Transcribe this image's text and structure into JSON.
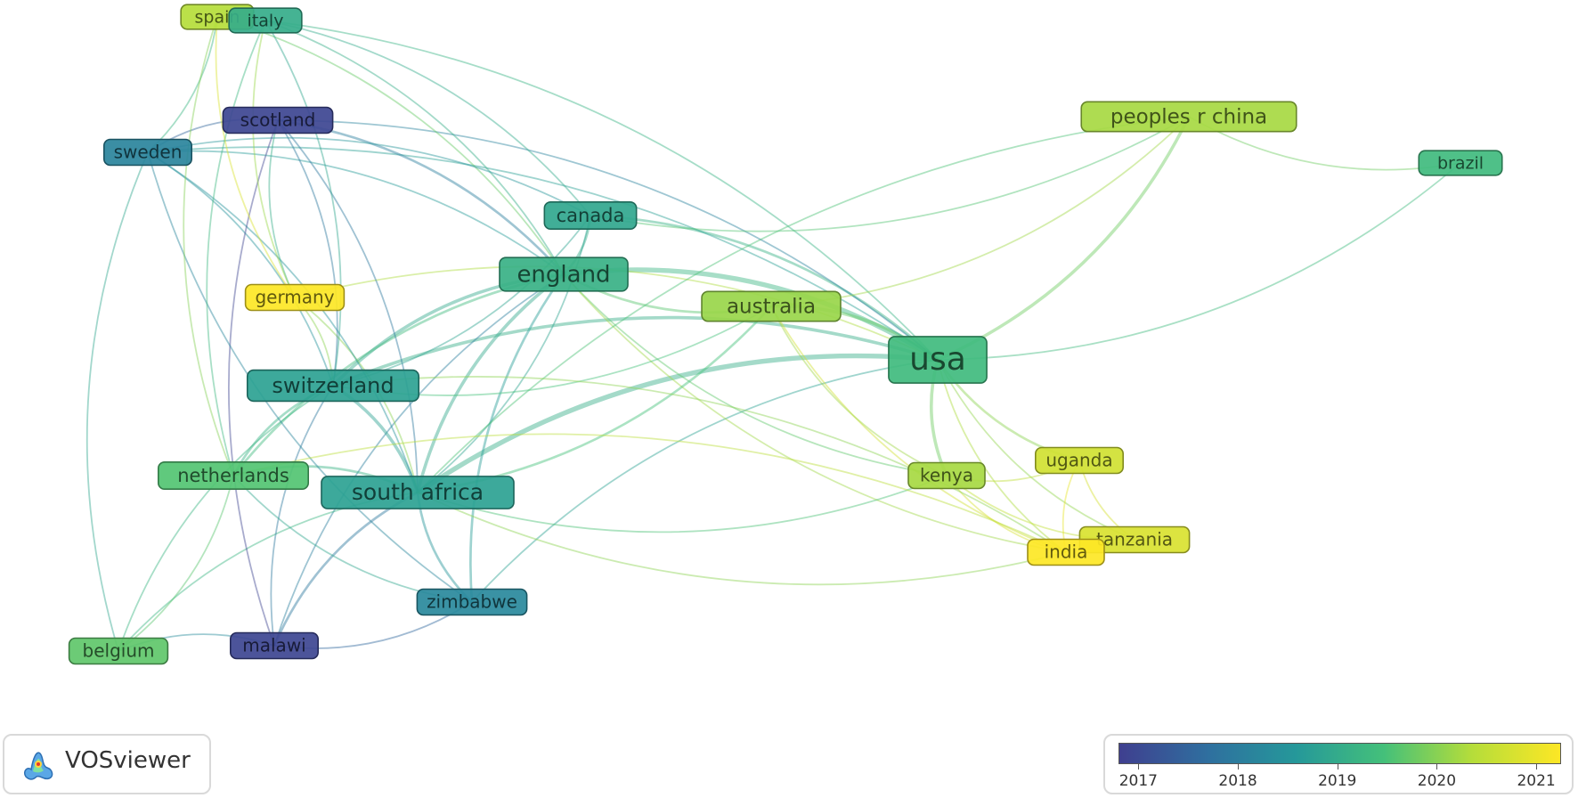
{
  "nodes": [
    {
      "id": "usa",
      "label": "usa",
      "year": 2019.3
    },
    {
      "id": "england",
      "label": "england",
      "year": 2019.1
    },
    {
      "id": "south-africa",
      "label": "south africa",
      "year": 2018.8
    },
    {
      "id": "switzerland",
      "label": "switzerland",
      "year": 2018.8
    },
    {
      "id": "australia",
      "label": "australia",
      "year": 2020.0
    },
    {
      "id": "canada",
      "label": "canada",
      "year": 2018.9
    },
    {
      "id": "peoples-r-china",
      "label": "peoples r china",
      "year": 2020.1
    },
    {
      "id": "brazil",
      "label": "brazil",
      "year": 2019.3
    },
    {
      "id": "scotland",
      "label": "scotland",
      "year": 2017.1
    },
    {
      "id": "sweden",
      "label": "sweden",
      "year": 2018.2
    },
    {
      "id": "spain",
      "label": "spain",
      "year": 2020.2
    },
    {
      "id": "italy",
      "label": "italy",
      "year": 2019.0
    },
    {
      "id": "germany",
      "label": "germany",
      "year": 2021.0
    },
    {
      "id": "netherlands",
      "label": "netherlands",
      "year": 2019.5
    },
    {
      "id": "kenya",
      "label": "kenya",
      "year": 2020.1
    },
    {
      "id": "uganda",
      "label": "uganda",
      "year": 2020.5
    },
    {
      "id": "tanzania",
      "label": "tanzania",
      "year": 2020.6
    },
    {
      "id": "india",
      "label": "india",
      "year": 2021.0
    },
    {
      "id": "zimbabwe",
      "label": "zimbabwe",
      "year": 2018.3
    },
    {
      "id": "malawi",
      "label": "malawi",
      "year": 2017.1
    },
    {
      "id": "belgium",
      "label": "belgium",
      "year": 2019.6
    }
  ],
  "links": [
    [
      "usa",
      "england",
      5
    ],
    [
      "usa",
      "south-africa",
      5
    ],
    [
      "usa",
      "switzerland",
      3
    ],
    [
      "usa",
      "australia",
      3
    ],
    [
      "usa",
      "canada",
      2
    ],
    [
      "usa",
      "peoples-r-china",
      3
    ],
    [
      "usa",
      "brazil",
      1
    ],
    [
      "usa",
      "kenya",
      3
    ],
    [
      "usa",
      "uganda",
      2
    ],
    [
      "usa",
      "tanzania",
      1
    ],
    [
      "usa",
      "india",
      1
    ],
    [
      "usa",
      "sweden",
      1
    ],
    [
      "usa",
      "scotland",
      1
    ],
    [
      "usa",
      "germany",
      1
    ],
    [
      "usa",
      "italy",
      1
    ],
    [
      "usa",
      "zimbabwe",
      1
    ],
    [
      "england",
      "south-africa",
      3
    ],
    [
      "england",
      "switzerland",
      3
    ],
    [
      "england",
      "australia",
      2
    ],
    [
      "england",
      "canada",
      2
    ],
    [
      "england",
      "scotland",
      2
    ],
    [
      "england",
      "sweden",
      1
    ],
    [
      "england",
      "netherlands",
      2
    ],
    [
      "england",
      "italy",
      1
    ],
    [
      "england",
      "spain",
      1
    ],
    [
      "england",
      "kenya",
      1
    ],
    [
      "england",
      "zimbabwe",
      2
    ],
    [
      "england",
      "india",
      1
    ],
    [
      "england",
      "malawi",
      1
    ],
    [
      "south-africa",
      "switzerland",
      3
    ],
    [
      "south-africa",
      "netherlands",
      2
    ],
    [
      "south-africa",
      "zimbabwe",
      2
    ],
    [
      "south-africa",
      "malawi",
      2
    ],
    [
      "south-africa",
      "belgium",
      1
    ],
    [
      "south-africa",
      "australia",
      2
    ],
    [
      "south-africa",
      "canada",
      1
    ],
    [
      "south-africa",
      "scotland",
      1
    ],
    [
      "south-africa",
      "kenya",
      1
    ],
    [
      "south-africa",
      "india",
      1
    ],
    [
      "south-africa",
      "germany",
      1
    ],
    [
      "south-africa",
      "sweden",
      1
    ],
    [
      "switzerland",
      "netherlands",
      2
    ],
    [
      "switzerland",
      "sweden",
      1
    ],
    [
      "switzerland",
      "germany",
      1
    ],
    [
      "switzerland",
      "scotland",
      1
    ],
    [
      "switzerland",
      "italy",
      1
    ],
    [
      "switzerland",
      "canada",
      1
    ],
    [
      "switzerland",
      "malawi",
      1
    ],
    [
      "switzerland",
      "belgium",
      1
    ],
    [
      "switzerland",
      "australia",
      1
    ],
    [
      "australia",
      "peoples-r-china",
      1
    ],
    [
      "australia",
      "india",
      1
    ],
    [
      "australia",
      "kenya",
      1
    ],
    [
      "canada",
      "peoples-r-china",
      1
    ],
    [
      "canada",
      "sweden",
      1
    ],
    [
      "canada",
      "italy",
      1
    ],
    [
      "peoples-r-china",
      "brazil",
      1
    ],
    [
      "peoples-r-china",
      "south-africa",
      1
    ],
    [
      "scotland",
      "sweden",
      1
    ],
    [
      "scotland",
      "malawi",
      1
    ],
    [
      "scotland",
      "germany",
      1
    ],
    [
      "sweden",
      "spain",
      1
    ],
    [
      "sweden",
      "belgium",
      1
    ],
    [
      "sweden",
      "zimbabwe",
      1
    ],
    [
      "italy",
      "spain",
      1
    ],
    [
      "italy",
      "netherlands",
      1
    ],
    [
      "italy",
      "germany",
      1
    ],
    [
      "spain",
      "germany",
      1
    ],
    [
      "spain",
      "netherlands",
      1
    ],
    [
      "kenya",
      "uganda",
      1
    ],
    [
      "kenya",
      "tanzania",
      1
    ],
    [
      "kenya",
      "india",
      1
    ],
    [
      "uganda",
      "tanzania",
      1
    ],
    [
      "uganda",
      "india",
      1
    ],
    [
      "malawi",
      "zimbabwe",
      1
    ],
    [
      "malawi",
      "belgium",
      1
    ],
    [
      "belgium",
      "netherlands",
      1
    ],
    [
      "netherlands",
      "zimbabwe",
      1
    ],
    [
      "india",
      "netherlands",
      1
    ],
    [
      "india",
      "switzerland",
      1
    ]
  ],
  "brand": {
    "name": "VOSviewer"
  },
  "legend": {
    "min_year": 2016.8,
    "max_year": 2021.25,
    "ticks": [
      "2017",
      "2018",
      "2019",
      "2020",
      "2021"
    ],
    "stops": [
      "#3f3f8f",
      "#2f6f9f",
      "#25989a",
      "#44c07a",
      "#b5dd3a",
      "#fde725"
    ]
  }
}
